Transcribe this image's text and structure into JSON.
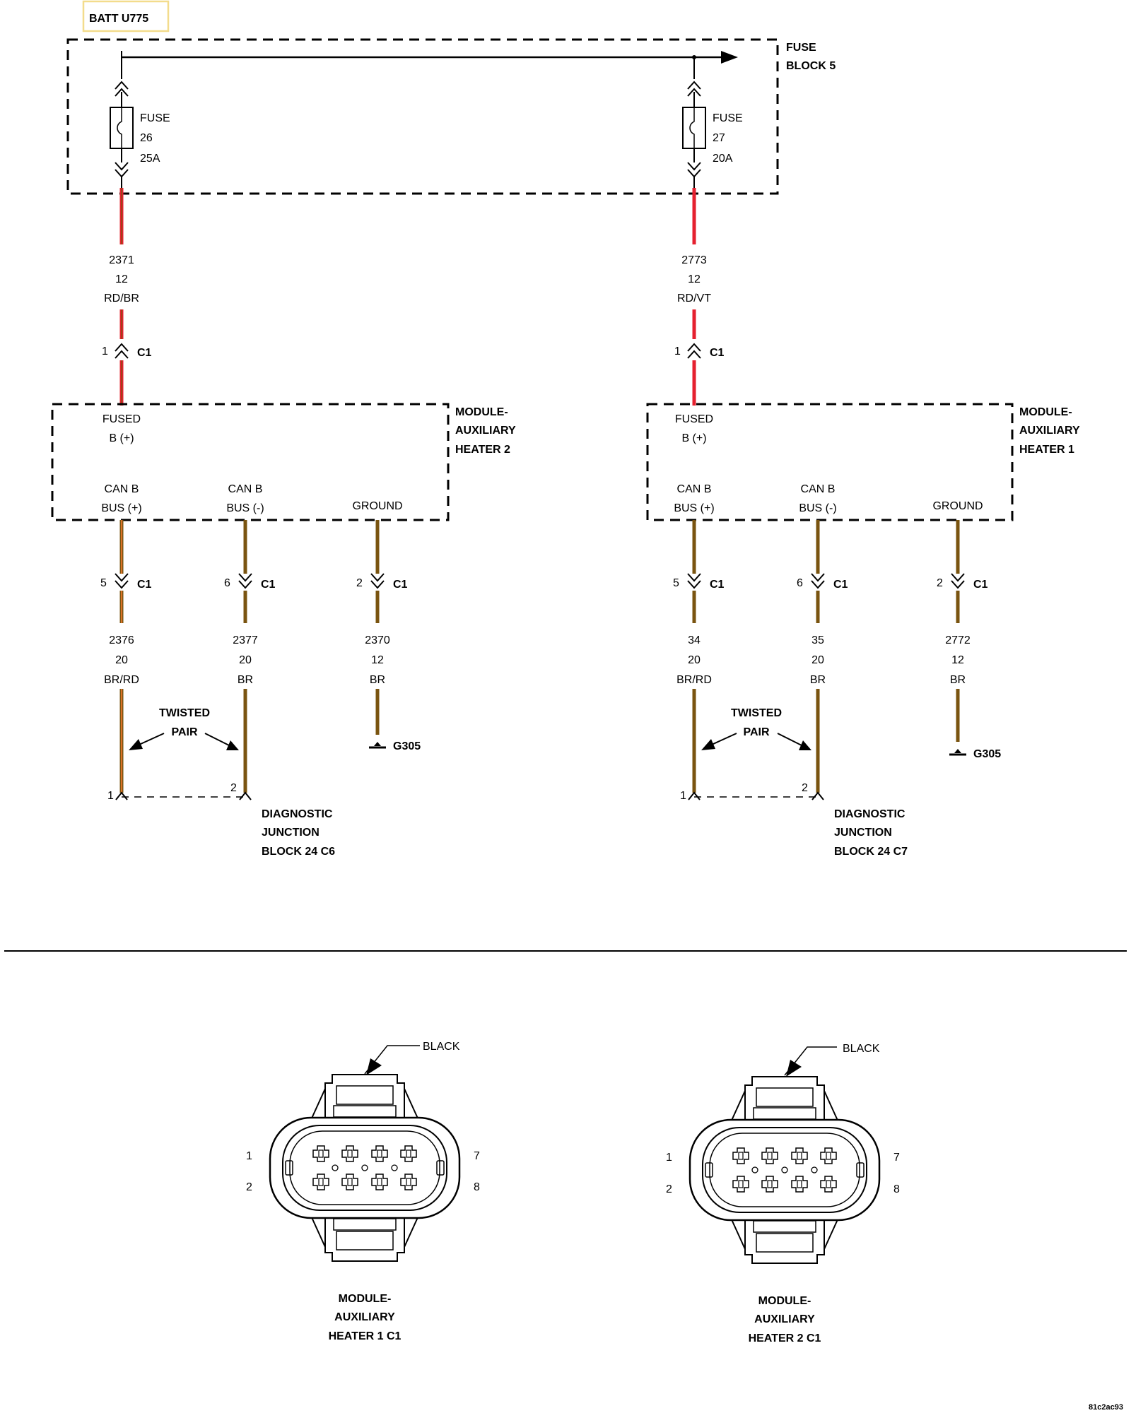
{
  "batt_label": "BATT U775",
  "fuse_block": {
    "line1": "FUSE",
    "line2": "BLOCK 5"
  },
  "fuses": [
    {
      "label": "FUSE",
      "number": "26",
      "rating": "25A"
    },
    {
      "label": "FUSE",
      "number": "27",
      "rating": "20A"
    }
  ],
  "wire_colors": {
    "red": "#e5202f",
    "brown": "#7a5410",
    "orange_stripe": "#e8762a"
  },
  "left": {
    "supply_wire": {
      "circuit": "2371",
      "gauge": "12",
      "color": "RD/BR"
    },
    "supply_pin": {
      "pin": "1",
      "connector": "C1"
    },
    "module": {
      "line1": "MODULE-",
      "line2": "AUXILIARY",
      "line3": "HEATER 2"
    },
    "fused": {
      "line1": "FUSED",
      "line2": "B (+)"
    },
    "pins": [
      {
        "name_line1": "CAN B",
        "name_line2": "BUS (+)",
        "pin": "5",
        "connector": "C1",
        "circuit": "2376",
        "gauge": "20",
        "color": "BR/RD"
      },
      {
        "name_line1": "CAN B",
        "name_line2": "BUS (-)",
        "pin": "6",
        "connector": "C1",
        "circuit": "2377",
        "gauge": "20",
        "color": "BR"
      },
      {
        "name_line1": "GROUND",
        "name_line2": "",
        "pin": "2",
        "connector": "C1",
        "circuit": "2370",
        "gauge": "12",
        "color": "BR"
      }
    ],
    "twisted": {
      "line1": "TWISTED",
      "line2": "PAIR"
    },
    "ground": "G305",
    "junction": {
      "pin_a": "1",
      "pin_b": "2",
      "line1": "DIAGNOSTIC",
      "line2": "JUNCTION",
      "line3": "BLOCK 24 C6"
    }
  },
  "right": {
    "supply_wire": {
      "circuit": "2773",
      "gauge": "12",
      "color": "RD/VT"
    },
    "supply_pin": {
      "pin": "1",
      "connector": "C1"
    },
    "module": {
      "line1": "MODULE-",
      "line2": "AUXILIARY",
      "line3": "HEATER 1"
    },
    "fused": {
      "line1": "FUSED",
      "line2": "B (+)"
    },
    "pins": [
      {
        "name_line1": "CAN B",
        "name_line2": "BUS (+)",
        "pin": "5",
        "connector": "C1",
        "circuit": "34",
        "gauge": "20",
        "color": "BR/RD"
      },
      {
        "name_line1": "CAN B",
        "name_line2": "BUS (-)",
        "pin": "6",
        "connector": "C1",
        "circuit": "35",
        "gauge": "20",
        "color": "BR"
      },
      {
        "name_line1": "GROUND",
        "name_line2": "",
        "pin": "2",
        "connector": "C1",
        "circuit": "2772",
        "gauge": "12",
        "color": "BR"
      }
    ],
    "twisted": {
      "line1": "TWISTED",
      "line2": "PAIR"
    },
    "ground": "G305",
    "junction": {
      "pin_a": "1",
      "pin_b": "2",
      "line1": "DIAGNOSTIC",
      "line2": "JUNCTION",
      "line3": "BLOCK 24 C7"
    }
  },
  "connectors": [
    {
      "color_label": "BLACK",
      "pin_tl": "1",
      "pin_bl": "2",
      "pin_tr": "7",
      "pin_br": "8",
      "line1": "MODULE-",
      "line2": "AUXILIARY",
      "line3": "HEATER 1 C1"
    },
    {
      "color_label": "BLACK",
      "pin_tl": "1",
      "pin_bl": "2",
      "pin_tr": "7",
      "pin_br": "8",
      "line1": "MODULE-",
      "line2": "AUXILIARY",
      "line3": "HEATER 2 C1"
    }
  ],
  "image_code": "81c2ac93"
}
